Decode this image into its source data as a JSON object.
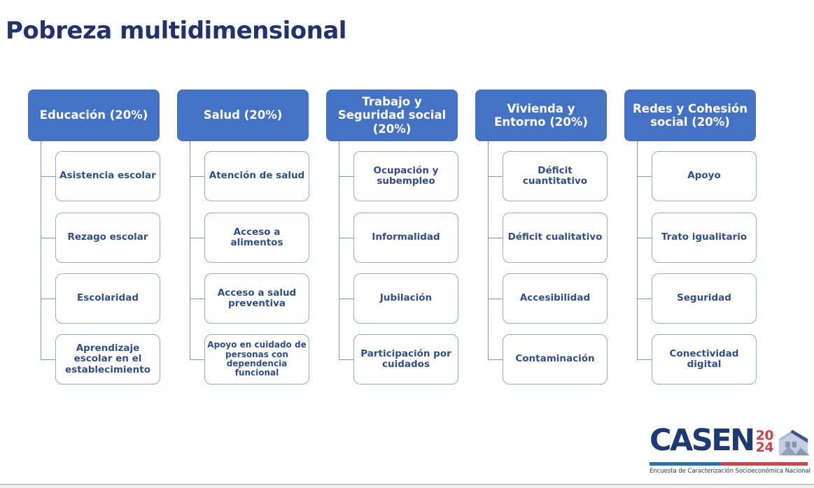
{
  "title": "Pobreza multidimensional",
  "colors": {
    "title_text": "#1f3272",
    "header_bg": "#4472c4",
    "header_text": "#ffffff",
    "box_border": "#8faadb",
    "box_text": "#2e4e8f",
    "connector": "#7c96c7",
    "logo_navy": "#1e3a74",
    "logo_red": "#d5404a",
    "bar_blue": "#2272b5"
  },
  "columns": [
    {
      "header": "Educación (20%)",
      "items": [
        "Asistencia escolar",
        "Rezago escolar",
        "Escolaridad",
        "Aprendizaje escolar en el establecimiento"
      ]
    },
    {
      "header": "Salud (20%)",
      "items": [
        "Atención de salud",
        "Acceso a alimentos",
        "Acceso a salud preventiva",
        "Apoyo en cuidado de personas con dependencia funcional"
      ]
    },
    {
      "header": "Trabajo y Seguridad social (20%)",
      "items": [
        "Ocupación y subempleo",
        "Informalidad",
        "Jubilación",
        "Participación por cuidados"
      ]
    },
    {
      "header": "Vivienda y Entorno (20%)",
      "items": [
        "Déficit cuantitativo",
        "Déficit cualitativo",
        "Accesibilidad",
        "Contaminación"
      ]
    },
    {
      "header": "Redes y Cohesión social (20%)",
      "items": [
        "Apoyo",
        "Trato igualitario",
        "Seguridad",
        "Conectividad digital"
      ]
    }
  ],
  "logo": {
    "wordmark": "CASEN",
    "year_top": "20",
    "year_bottom": "24",
    "subtitle": "Encuesta de Caracterización Socioeconómica Nacional"
  }
}
